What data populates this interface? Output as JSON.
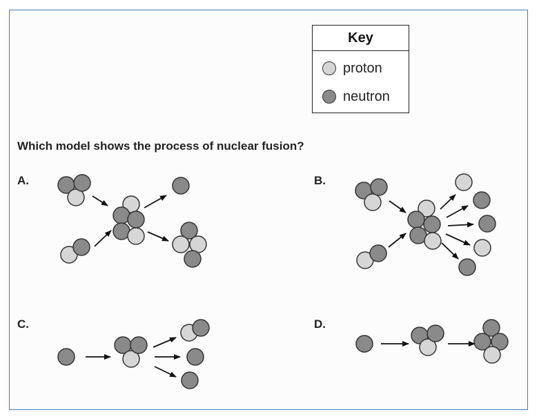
{
  "key": {
    "title": "Key",
    "items": [
      {
        "label": "proton",
        "color": "#d6d6d6"
      },
      {
        "label": "neutron",
        "color": "#8a8a8a"
      }
    ]
  },
  "question": "Which model shows the process of nuclear fusion?",
  "options": [
    {
      "letter": "A."
    },
    {
      "letter": "B."
    },
    {
      "letter": "C."
    },
    {
      "letter": "D."
    }
  ],
  "colors": {
    "proton": "#d6d6d6",
    "neutron": "#8a8a8a",
    "outline": "#333333",
    "arrow": "#111111"
  }
}
